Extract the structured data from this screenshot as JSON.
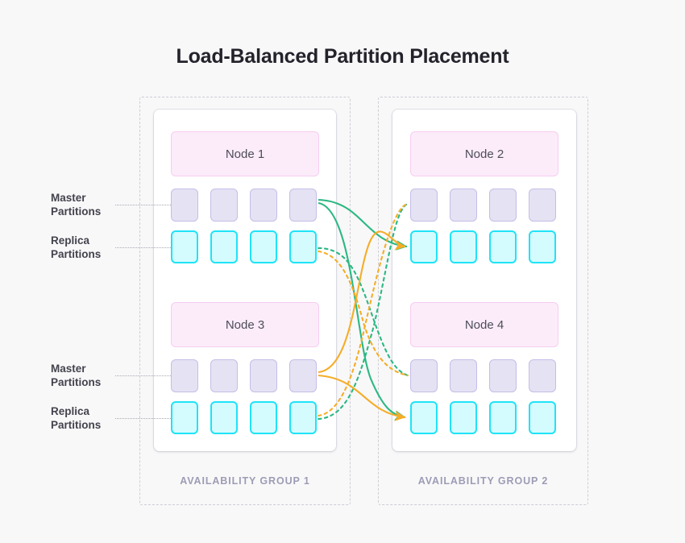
{
  "page": {
    "title": "Load-Balanced Partition Placement",
    "background_color": "#f8f8f9"
  },
  "colors": {
    "node_fill": "#fcecfa",
    "node_border": "#f6cdef",
    "master_fill": "#e5e2f3",
    "master_border": "#c6bde7",
    "replica_fill": "#d4fcff",
    "replica_border": "#1fe3f7",
    "flow_green": "#2bb882",
    "flow_orange": "#f5ad28",
    "caption_text": "#9d9cb5",
    "title_text": "#23232b",
    "frame_dash": "#cdcdd4"
  },
  "side_labels": [
    {
      "id": "master-top",
      "line1": "Master",
      "line2": "Partitions"
    },
    {
      "id": "replica-top",
      "line1": "Replica",
      "line2": "Partitions"
    },
    {
      "id": "master-bottom",
      "line1": "Master",
      "line2": "Partitions"
    },
    {
      "id": "replica-bottom",
      "line1": "Replica",
      "line2": "Partitions"
    }
  ],
  "availability_groups": [
    {
      "id": "ag1",
      "caption": "AVAILABILITY GROUP 1",
      "nodes": [
        {
          "id": "node1",
          "label": "Node 1",
          "master_count": 4,
          "replica_count": 4
        },
        {
          "id": "node3",
          "label": "Node 3",
          "master_count": 4,
          "replica_count": 4
        }
      ]
    },
    {
      "id": "ag2",
      "caption": "AVAILABILITY GROUP 2",
      "nodes": [
        {
          "id": "node2",
          "label": "Node 2",
          "master_count": 4,
          "replica_count": 4
        },
        {
          "id": "node4",
          "label": "Node 4",
          "master_count": 4,
          "replica_count": 4
        }
      ]
    }
  ],
  "flows": [
    {
      "id": "flow-green-solid-1",
      "color_key": "flow_green",
      "style": "solid",
      "from": "node1-master-4",
      "to": "node2-replica-1",
      "arrow": true
    },
    {
      "id": "flow-green-solid-2",
      "color_key": "flow_green",
      "style": "solid",
      "from": "node1-master-4",
      "to": "node4-replica-1",
      "arrow": true
    },
    {
      "id": "flow-green-dashed-1",
      "color_key": "flow_green",
      "style": "dashed",
      "from": "node1-replica-4",
      "to": "node4-master-1",
      "arrow": false
    },
    {
      "id": "flow-green-dashed-2",
      "color_key": "flow_green",
      "style": "dashed",
      "from": "node3-replica-4",
      "to": "node2-master-1",
      "arrow": false
    },
    {
      "id": "flow-orange-solid-1",
      "color_key": "flow_orange",
      "style": "solid",
      "from": "node3-master-4",
      "to": "node2-replica-1",
      "arrow": true
    },
    {
      "id": "flow-orange-solid-2",
      "color_key": "flow_orange",
      "style": "solid",
      "from": "node3-master-4",
      "to": "node4-replica-1",
      "arrow": true
    },
    {
      "id": "flow-orange-dashed-1",
      "color_key": "flow_orange",
      "style": "dashed",
      "from": "node1-replica-4",
      "to": "node4-master-1",
      "arrow": false
    },
    {
      "id": "flow-orange-dashed-2",
      "color_key": "flow_orange",
      "style": "dashed",
      "from": "node3-replica-4",
      "to": "node2-master-1",
      "arrow": false
    }
  ]
}
